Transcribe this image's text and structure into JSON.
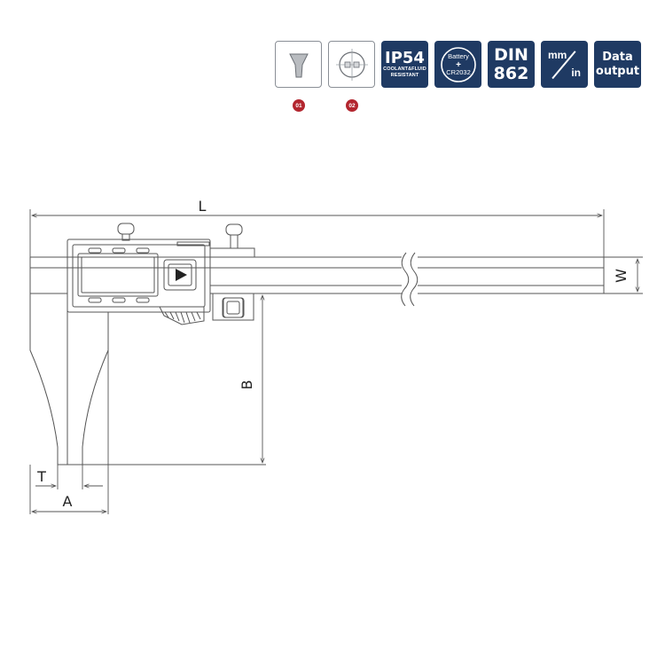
{
  "badges": {
    "ip": {
      "big": "IP54",
      "line1": "COOLANT&FLUID",
      "line2": "RESISTANT"
    },
    "battery": {
      "line1": "Battery",
      "line2": "+",
      "line3": "CR2032"
    },
    "din": {
      "line1": "DIN",
      "line2": "862"
    },
    "units": {
      "mm": "mm",
      "in": "in"
    },
    "data": {
      "line1": "Data",
      "line2": "output"
    },
    "num1": "01",
    "num2": "02"
  },
  "dimensions": {
    "L": "L",
    "B": "B",
    "W": "W",
    "T": "T",
    "A": "A"
  },
  "colors": {
    "badge_dark": "#1f3a63",
    "number_red": "#b3262f",
    "line": "#555555"
  }
}
